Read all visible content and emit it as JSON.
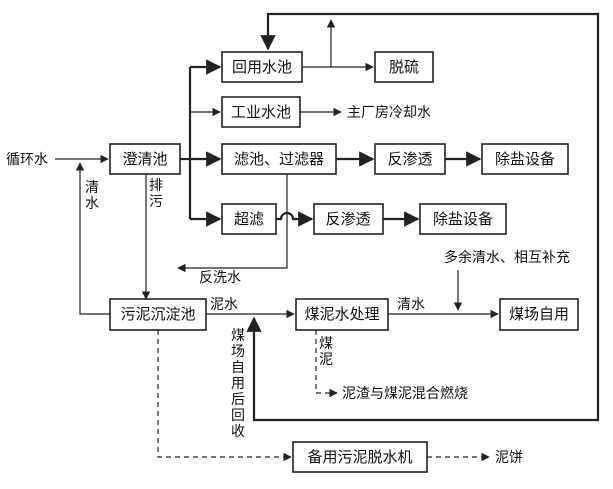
{
  "nodes": {
    "clarifier": "澄清池",
    "reuse_pool": "回用水池",
    "desulfurization": "脱硫",
    "industrial_pool": "工业水池",
    "filter": "滤池、过滤器",
    "ro_1": "反渗透",
    "desalt_1": "除盐设备",
    "ultrafiltration": "超滤",
    "ro_2": "反渗透",
    "desalt_2": "除盐设备",
    "sludge_tank": "污泥沉淀池",
    "coal_slurry": "煤泥水处理",
    "coal_yard": "煤场自用",
    "dewater": "备用污泥脱水机"
  },
  "labels": {
    "circulating_water": "循环水",
    "cooling_water": "主厂房冷却水",
    "backwash": "反洗水",
    "surplus": "多余清水、相互补充",
    "sludge_water": "泥水",
    "clear_water": "清水",
    "discharge": "排污",
    "clear_water_return": "清水",
    "coal_mud": "煤泥",
    "yard_return": "煤场自用后回收",
    "mixed_burn": "泥渣与煤泥混合燃烧",
    "mud_cake": "泥饼"
  }
}
